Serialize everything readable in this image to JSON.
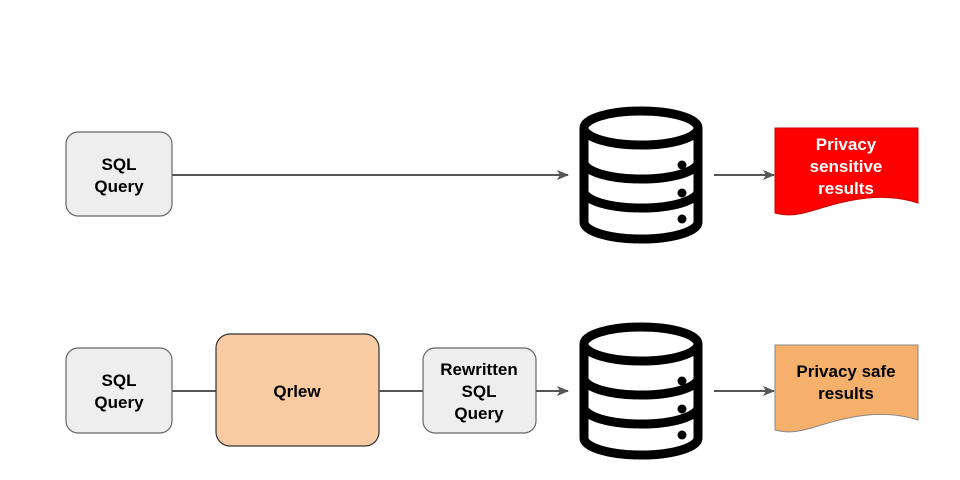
{
  "flows": [
    {
      "query_box": {
        "line1": "SQL",
        "line2": "Query"
      },
      "result_doc": {
        "line1": "Privacy",
        "line2": "sensitive",
        "line3": "results",
        "fill": "#ff0000",
        "text_color": "#ffffff"
      }
    },
    {
      "query_box": {
        "line1": "SQL",
        "line2": "Query"
      },
      "qrlew_box": {
        "label": "Qrlew",
        "fill": "#f8cba2"
      },
      "rewritten_box": {
        "line1": "Rewritten",
        "line2": "SQL",
        "line3": "Query"
      },
      "result_doc": {
        "line1": "Privacy safe",
        "line2": "results",
        "fill": "#f5b06c",
        "text_color": "#000000"
      }
    }
  ],
  "colors": {
    "box_fill": "#eeeeee",
    "box_stroke": "#666666",
    "arrow": "#555555",
    "database": "#000000"
  },
  "icons": {
    "database": "database-icon"
  }
}
